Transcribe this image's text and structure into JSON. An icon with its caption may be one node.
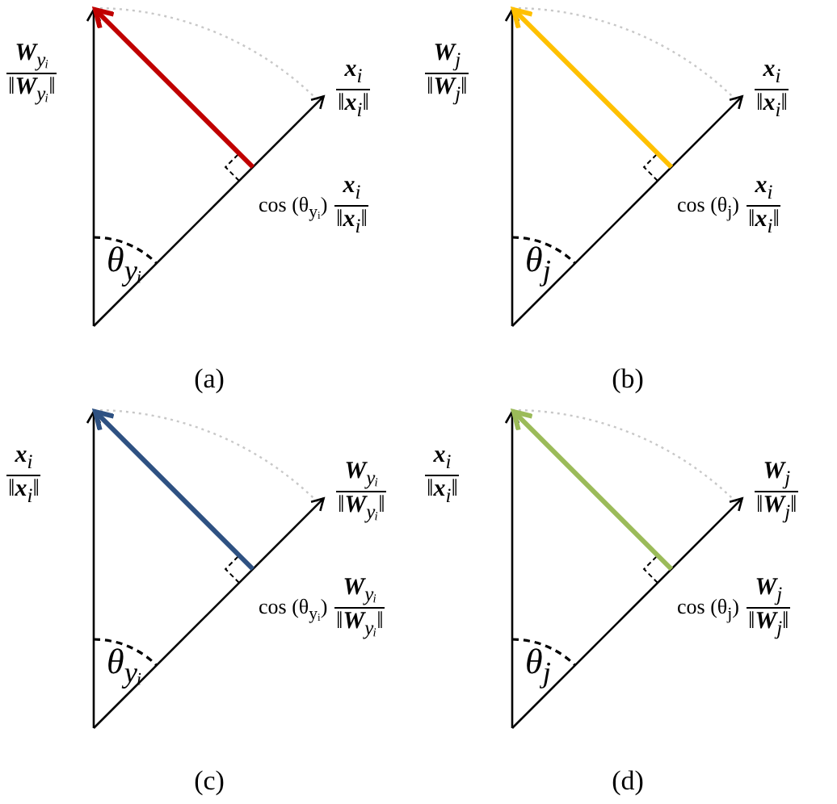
{
  "diagram": {
    "labels": [
      "**W**$_{yᵢ}$",
      "‖**W**$_{yᵢ}$‖",
      "**x**$_{i}$",
      "‖**x**$_{i}$‖",
      "cos (θ$_{yᵢ}$)",
      "**x**$_{i}$",
      "‖**x**$_{i}$‖",
      "θ$_{yᵢ}$",
      "(a)",
      "**W**$_{j}$",
      "‖**W**$_{j}$‖",
      "**x**$_{i}$",
      "‖**x**$_{i}$‖",
      "cos (θ$_{j}$)",
      "**x**$_{i}$",
      "‖**x**$_{i}$‖",
      "θ$_{j}$",
      "(b)",
      "**x**$_{i}$",
      "‖**x**$_{i}$‖",
      "**W**$_{yᵢ}$",
      "‖**W**$_{yᵢ}$‖",
      "cos (θ$_{yᵢ}$)",
      "**W**$_{yᵢ}$",
      "‖**W**$_{yᵢ}$‖",
      "θ$_{yᵢ}$",
      "(c)",
      "**x**$_{i}$",
      "‖**x**$_{i}$‖",
      "**W**$_{j}$",
      "‖**W**$_{j}$‖",
      "cos (θ$_{j}$)",
      "**W**$_{j}$",
      "‖**W**$_{j}$‖",
      "θ$_{j}$",
      "(d)"
    ]
  }
}
